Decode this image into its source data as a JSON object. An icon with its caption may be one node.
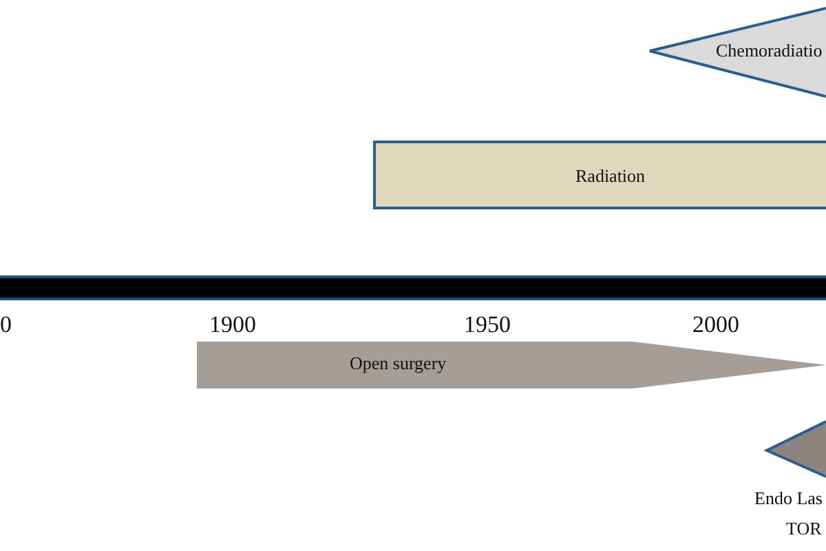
{
  "diagram": {
    "nodes": [
      {
        "text": [
          "Chemoradiatio"
        ]
      },
      {
        "text": [
          "Radiation"
        ]
      },
      {
        "text": [
          "Open surgery"
        ]
      },
      {
        "text": [
          "Endo Las",
          "TOR"
        ]
      }
    ],
    "labels": [
      "0",
      "1900",
      "1950",
      "2000"
    ]
  }
}
